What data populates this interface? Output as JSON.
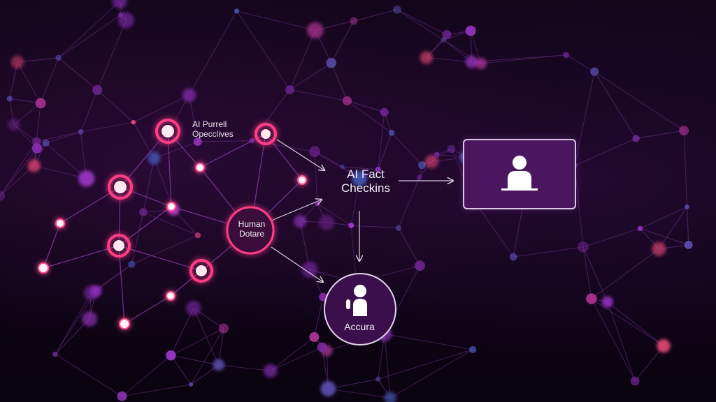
{
  "labels": {
    "purpose": "AI Purrell\nOpecclives",
    "human": "Human\nDotare",
    "fact_check": "AI Fact\nCheckins",
    "accura": "Accura"
  },
  "icons": [
    "person-icon",
    "thinking-person-icon"
  ],
  "colors": {
    "background": "#0c0412",
    "node_glow": "#ff2f7a",
    "box_fill": "#4a1660",
    "outline": "#e3d6ec"
  }
}
